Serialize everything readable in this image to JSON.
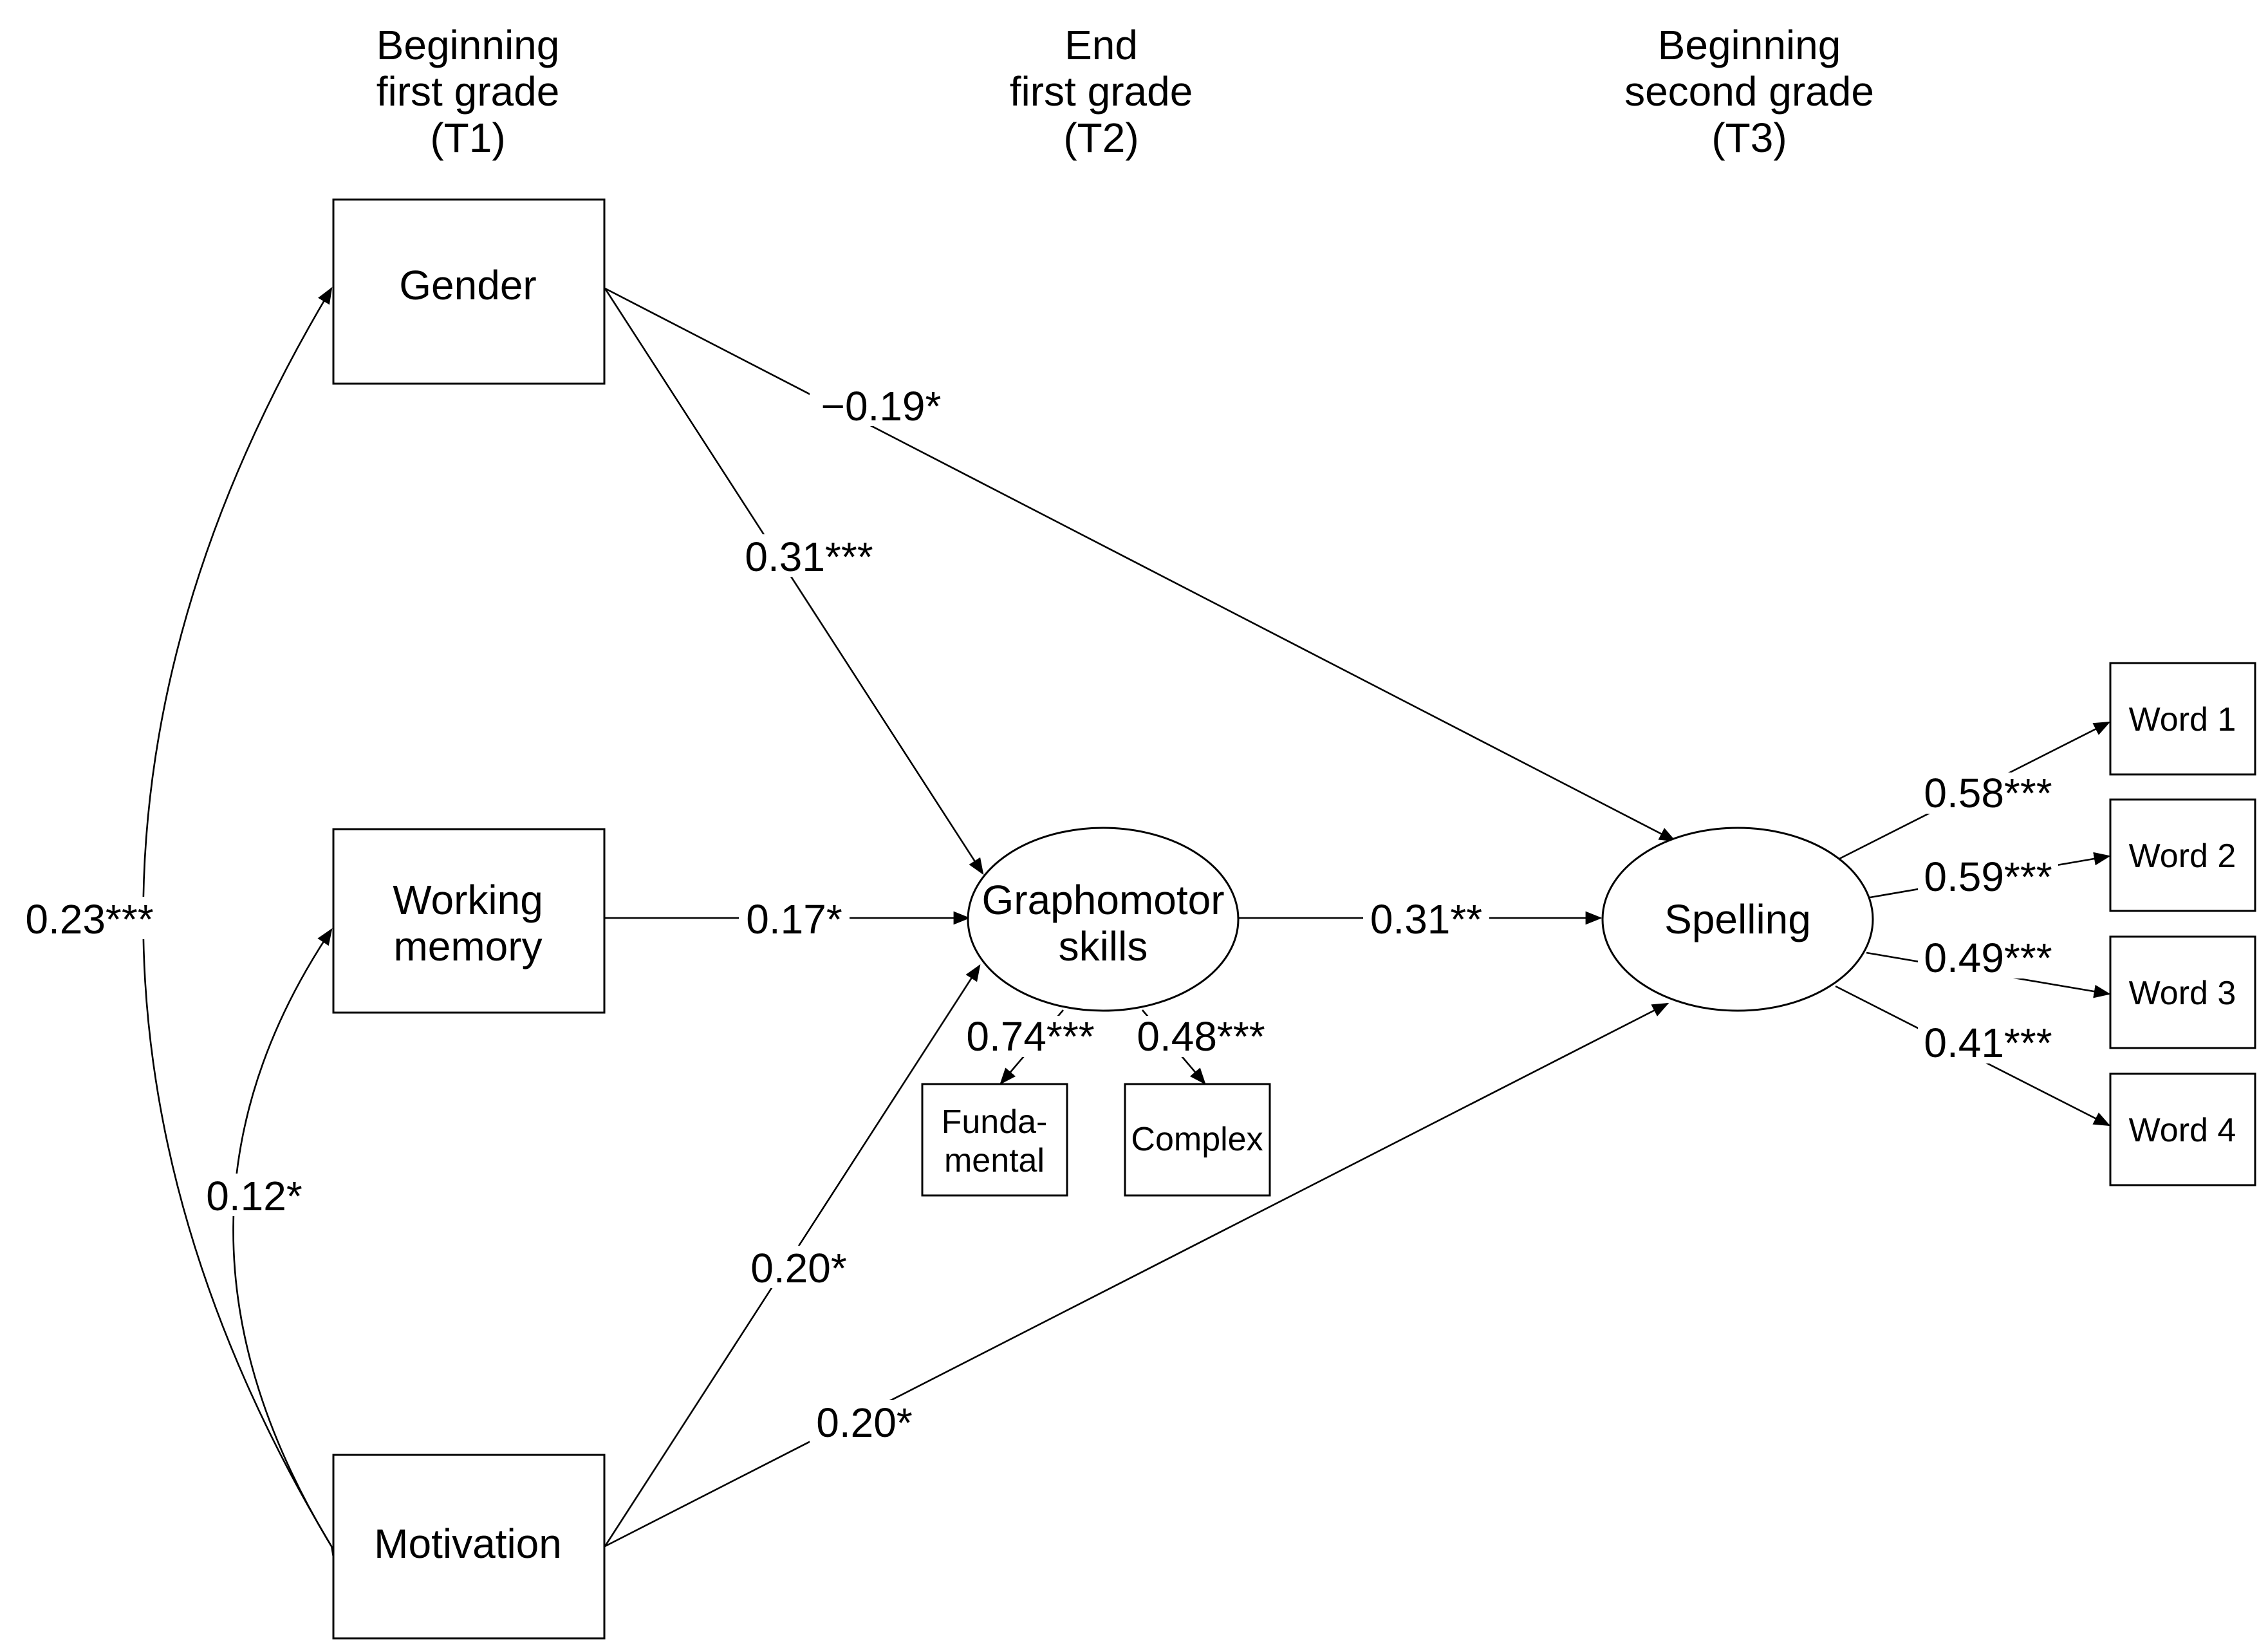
{
  "time_headers": {
    "t1": [
      "Beginning",
      "first grade",
      "(T1)"
    ],
    "t2": [
      "End",
      "first grade",
      "(T2)"
    ],
    "t3": [
      "Beginning",
      "second grade",
      "(T3)"
    ]
  },
  "nodes": {
    "gender": [
      "Gender"
    ],
    "working_memory": [
      "Working",
      "memory"
    ],
    "motivation": [
      "Motivation"
    ],
    "graphomotor": [
      "Graphomotor",
      "skills"
    ],
    "spelling": [
      "Spelling"
    ],
    "fundamental": [
      "Funda-",
      "mental"
    ],
    "complex": [
      "Complex"
    ],
    "word1": [
      "Word 1"
    ],
    "word2": [
      "Word 2"
    ],
    "word3": [
      "Word 3"
    ],
    "word4": [
      "Word 4"
    ]
  },
  "coefficients": {
    "gender_motivation": "0.23***",
    "wm_motivation": "0.12*",
    "gender_spelling": "−0.19*",
    "gender_graphomotor": "0.31***",
    "wm_graphomotor": "0.17*",
    "motivation_graphomotor": "0.20*",
    "motivation_spelling": "0.20*",
    "graphomotor_spelling": "0.31**",
    "graphomotor_fundamental": "0.74***",
    "graphomotor_complex": "0.48***",
    "spelling_word1": "0.58***",
    "spelling_word2": "0.59***",
    "spelling_word3": "0.49***",
    "spelling_word4": "0.41***"
  }
}
